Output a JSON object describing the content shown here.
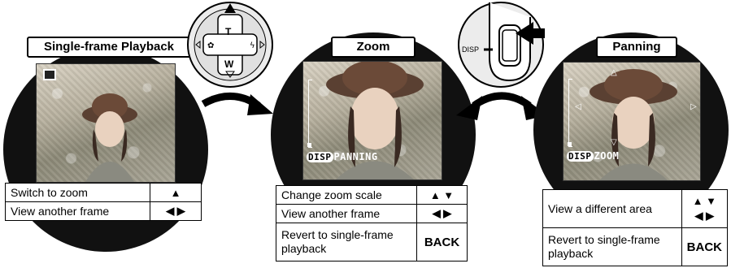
{
  "panels": {
    "single": {
      "title": "Single-frame Playback",
      "rows": [
        {
          "action": "Switch to zoom",
          "key": "▲"
        },
        {
          "action": "View another frame",
          "key": "◀ ▶"
        }
      ]
    },
    "zoom": {
      "title": "Zoom",
      "overlay_disp": "DISP",
      "overlay_text": "PANNING",
      "rows": [
        {
          "action": "Change zoom scale",
          "key": "▲ ▼"
        },
        {
          "action": "View another frame",
          "key": "◀ ▶"
        },
        {
          "action": "Revert to single-frame playback",
          "key": "BACK"
        }
      ]
    },
    "panning": {
      "title": "Panning",
      "overlay_disp": "DISP",
      "overlay_text": "ZOOM",
      "rows": [
        {
          "action": "View a different area",
          "key": "▲ ▼\n◀ ▶"
        },
        {
          "action": "Revert to single-frame playback",
          "key": "BACK"
        }
      ]
    }
  },
  "dpad": {
    "top": "T",
    "bottom": "W"
  },
  "disp_switch": {
    "label": "DISP"
  },
  "colors": {
    "circle": "#111111",
    "arrow": "#000000"
  }
}
